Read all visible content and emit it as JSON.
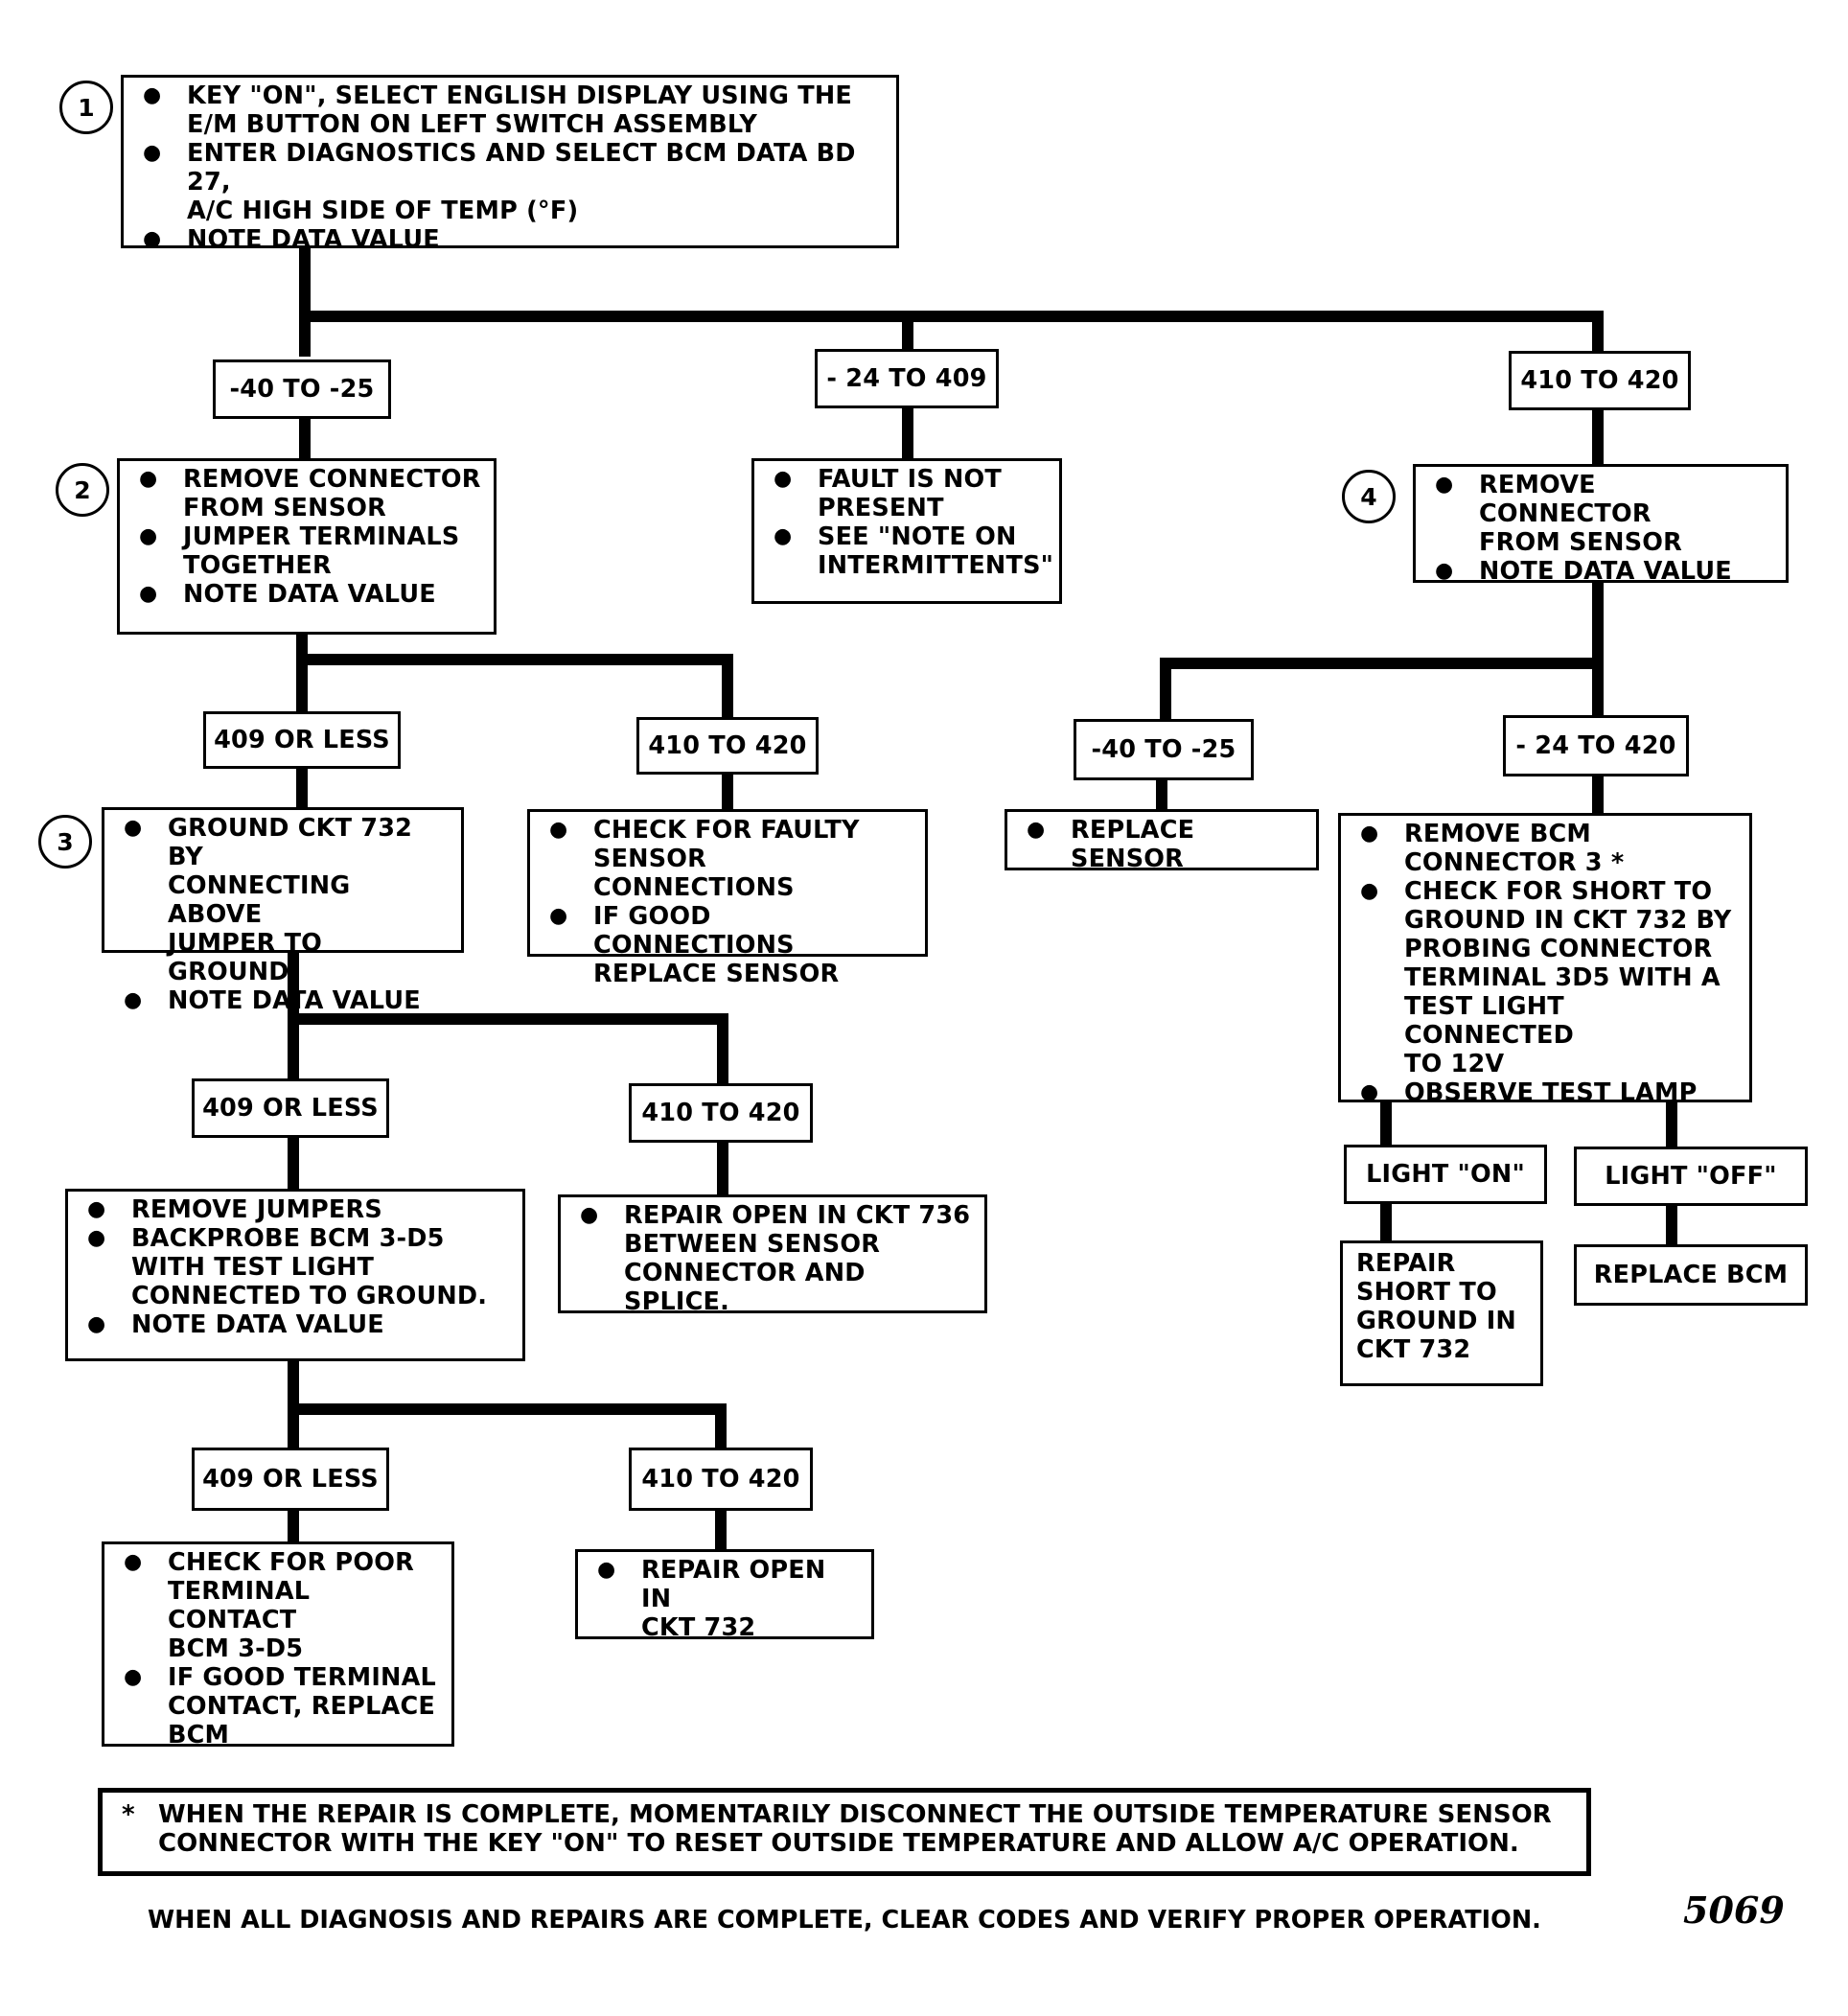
{
  "steps": [
    "1",
    "2",
    "3",
    "4"
  ],
  "step1": {
    "items": [
      "KEY \"ON\", SELECT ENGLISH DISPLAY USING THE\nE/M BUTTON ON LEFT SWITCH ASSEMBLY",
      "ENTER DIAGNOSTICS AND SELECT BCM DATA BD 27,\nA/C HIGH SIDE OF TEMP (°F)",
      "NOTE DATA VALUE"
    ]
  },
  "branch1": {
    "left": "-40 TO -25",
    "mid": "- 24 TO 409",
    "right": "410 TO 420"
  },
  "fault_box": {
    "items": [
      "FAULT IS NOT\nPRESENT",
      "SEE \"NOTE ON\nINTERMITTENTS\""
    ]
  },
  "step2": {
    "items": [
      "REMOVE CONNECTOR\nFROM SENSOR",
      "JUMPER TERMINALS\nTOGETHER",
      "NOTE DATA VALUE"
    ]
  },
  "branch2": {
    "left": "409 OR LESS",
    "right": "410 TO 420"
  },
  "check_faulty": {
    "items": [
      "CHECK FOR FAULTY\nSENSOR CONNECTIONS",
      "IF GOOD CONNECTIONS\nREPLACE SENSOR"
    ]
  },
  "step3": {
    "items": [
      "GROUND CKT 732 BY\nCONNECTING ABOVE\nJUMPER TO GROUND",
      "NOTE DATA VALUE"
    ]
  },
  "branch3": {
    "left": "409 OR LESS",
    "right": "410 TO 420"
  },
  "remove_jumpers": {
    "items": [
      "REMOVE JUMPERS",
      "BACKPROBE BCM 3-D5\nWITH TEST LIGHT\nCONNECTED TO GROUND.",
      "NOTE DATA VALUE"
    ]
  },
  "repair_736": {
    "items": [
      "REPAIR OPEN  IN CKT 736\nBETWEEN SENSOR\nCONNECTOR AND SPLICE."
    ]
  },
  "branch4": {
    "left": "409 OR LESS",
    "right": "410 TO 420"
  },
  "check_poor": {
    "items": [
      "CHECK FOR POOR\nTERMINAL CONTACT\nBCM 3-D5",
      "IF GOOD TERMINAL\nCONTACT, REPLACE\nBCM"
    ]
  },
  "repair_732": {
    "items": [
      "REPAIR OPEN IN\nCKT 732"
    ]
  },
  "step4": {
    "items": [
      "REMOVE CONNECTOR\nFROM SENSOR",
      "NOTE DATA VALUE"
    ]
  },
  "branch5": {
    "left": "-40 TO -25",
    "right": "- 24 TO 420"
  },
  "replace_sensor": {
    "items": [
      "REPLACE SENSOR"
    ]
  },
  "remove_bcm": {
    "items": [
      "REMOVE BCM\nCONNECTOR 3 *",
      "CHECK FOR SHORT TO\nGROUND IN CKT 732 BY\nPROBING CONNECTOR\nTERMINAL 3D5 WITH A\nTEST LIGHT CONNECTED\nTO 12V",
      "OBSERVE TEST LAMP"
    ]
  },
  "branch6": {
    "left": "LIGHT \"ON\"",
    "right": "LIGHT \"OFF\""
  },
  "repair_short": "REPAIR\nSHORT TO\nGROUND IN\nCKT 732",
  "replace_bcm": "REPLACE BCM",
  "note": {
    "star": "*",
    "text": "WHEN THE REPAIR IS COMPLETE, MOMENTARILY DISCONNECT THE OUTSIDE TEMPERATURE SENSOR CONNECTOR WITH THE KEY \"ON\" TO RESET OUTSIDE TEMPERATURE AND ALLOW A/C OPERATION."
  },
  "footer": "WHEN ALL DIAGNOSIS AND REPAIRS ARE COMPLETE, CLEAR CODES AND VERIFY PROPER OPERATION.",
  "figure_number": "5069"
}
